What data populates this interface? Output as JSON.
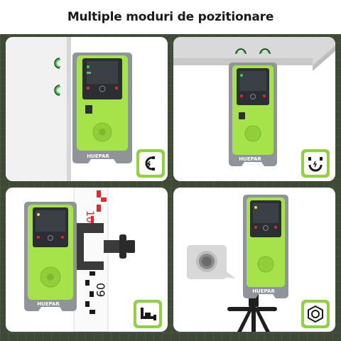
{
  "title": "Multiple moduri de pozitionare",
  "brand": "HUEPAR",
  "ruler": {
    "label_top": "10",
    "label_bottom": "09"
  },
  "panels": [
    {
      "id": "wall-magnet",
      "icon": "magnet-c-icon"
    },
    {
      "id": "ceiling-magnet",
      "icon": "magnet-u-icon"
    },
    {
      "id": "rod-clamp",
      "icon": "clamp-icon"
    },
    {
      "id": "tripod-mount",
      "icon": "hex-nut-icon"
    }
  ],
  "colors": {
    "accent": "#8fd13f",
    "device_green": "#a6e34a",
    "device_gray": "#8f949a",
    "background": "#3f4a36",
    "laser_dot": "#35d23c",
    "led_red": "#e22a2a"
  }
}
